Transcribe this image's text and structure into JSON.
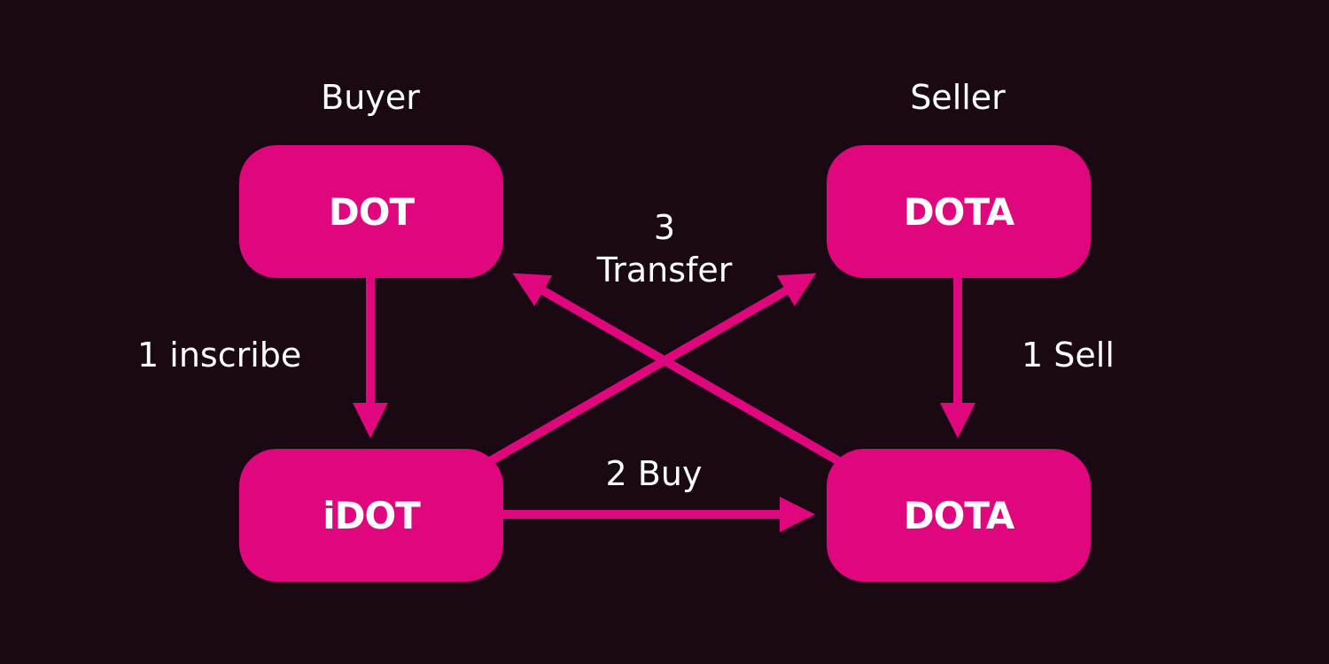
{
  "roles": {
    "buyer": "Buyer",
    "seller": "Seller"
  },
  "nodes": {
    "buyer_top": "DOT",
    "seller_top": "DOTA",
    "buyer_bottom": "iDOT",
    "seller_bottom": "DOTA"
  },
  "edges": {
    "inscribe": "1 inscribe",
    "sell": "1 Sell",
    "buy": "2 Buy",
    "transfer_step": "3",
    "transfer_label": "Transfer"
  },
  "colors": {
    "background": "#1a0812",
    "accent": "#e0067d",
    "text": "#ffffff"
  }
}
